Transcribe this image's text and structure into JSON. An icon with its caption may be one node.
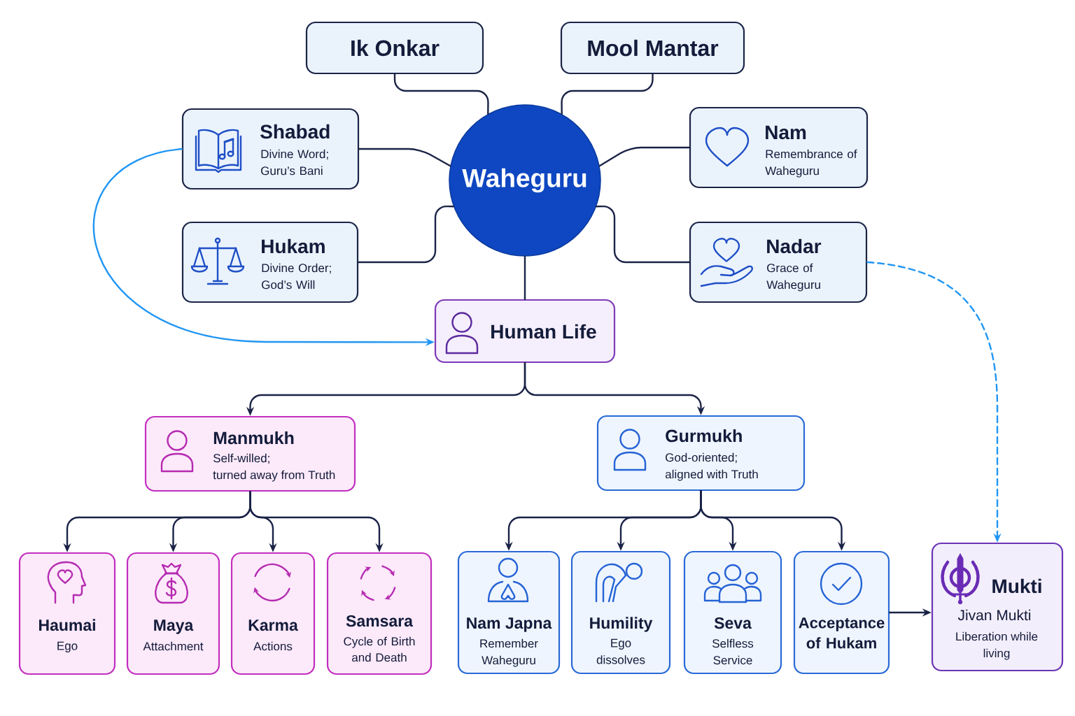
{
  "diagram": {
    "nodes": [
      {
        "text": [
          "Waheguru"
        ]
      },
      {
        "text": [
          "Ik Onkar"
        ]
      },
      {
        "text": [
          "Mool Mantar"
        ]
      },
      {
        "text": [
          "Shabad",
          "Divine Word; Guru’s Bani"
        ]
      },
      {
        "text": [
          "Nam",
          "Remembrance of Waheguru"
        ]
      },
      {
        "text": [
          "Hukam",
          "Divine Order; God’s Will"
        ]
      },
      {
        "text": [
          "Nadar",
          "Grace of Waheguru"
        ]
      },
      {
        "text": [
          "Human Life"
        ]
      },
      {
        "text": [
          "Manmukh",
          "Self-willed; turned away from Truth"
        ]
      },
      {
        "text": [
          "Gurmukh",
          "God-oriented; aligned with Truth"
        ]
      },
      {
        "text": [
          "Haumai",
          "Ego"
        ]
      },
      {
        "text": [
          "Maya",
          "Attachment"
        ]
      },
      {
        "text": [
          "Karma",
          "Actions"
        ]
      },
      {
        "text": [
          "Samsara",
          "Cycle of Birth and Death"
        ]
      },
      {
        "text": [
          "Nam Japna",
          "Remember Waheguru"
        ]
      },
      {
        "text": [
          "Humility",
          "Ego dissolves"
        ]
      },
      {
        "text": [
          "Seva",
          "Selfless Service"
        ]
      },
      {
        "text": [
          "Acceptance of Hukam"
        ]
      },
      {
        "text": [
          "Mukti",
          "Jivan Mukti",
          "Liberation while living"
        ]
      }
    ],
    "edges": [
      {
        "from": 0,
        "to": 1,
        "arrow": "none"
      },
      {
        "from": 0,
        "to": 2,
        "arrow": "none"
      },
      {
        "from": 0,
        "to": 3,
        "arrow": "none"
      },
      {
        "from": 0,
        "to": 4,
        "arrow": "none"
      },
      {
        "from": 0,
        "to": 5,
        "arrow": "none"
      },
      {
        "from": 0,
        "to": 6,
        "arrow": "none"
      },
      {
        "from": 0,
        "to": 7,
        "arrow": "none"
      },
      {
        "from": 3,
        "to": 7,
        "arrow": "to",
        "color": "#2196f3"
      },
      {
        "from": 6,
        "to": 18,
        "arrow": "to",
        "style": "dashed",
        "color": "#2196f3"
      },
      {
        "from": 7,
        "to": 8,
        "arrow": "to"
      },
      {
        "from": 7,
        "to": 9,
        "arrow": "to"
      },
      {
        "from": 8,
        "to": 10,
        "arrow": "to"
      },
      {
        "from": 8,
        "to": 11,
        "arrow": "to"
      },
      {
        "from": 8,
        "to": 12,
        "arrow": "to"
      },
      {
        "from": 8,
        "to": 13,
        "arrow": "to"
      },
      {
        "from": 9,
        "to": 14,
        "arrow": "to"
      },
      {
        "from": 9,
        "to": 15,
        "arrow": "to"
      },
      {
        "from": 9,
        "to": 16,
        "arrow": "to"
      },
      {
        "from": 9,
        "to": 17,
        "arrow": "to"
      },
      {
        "from": 17,
        "to": 18,
        "arrow": "to"
      }
    ]
  }
}
